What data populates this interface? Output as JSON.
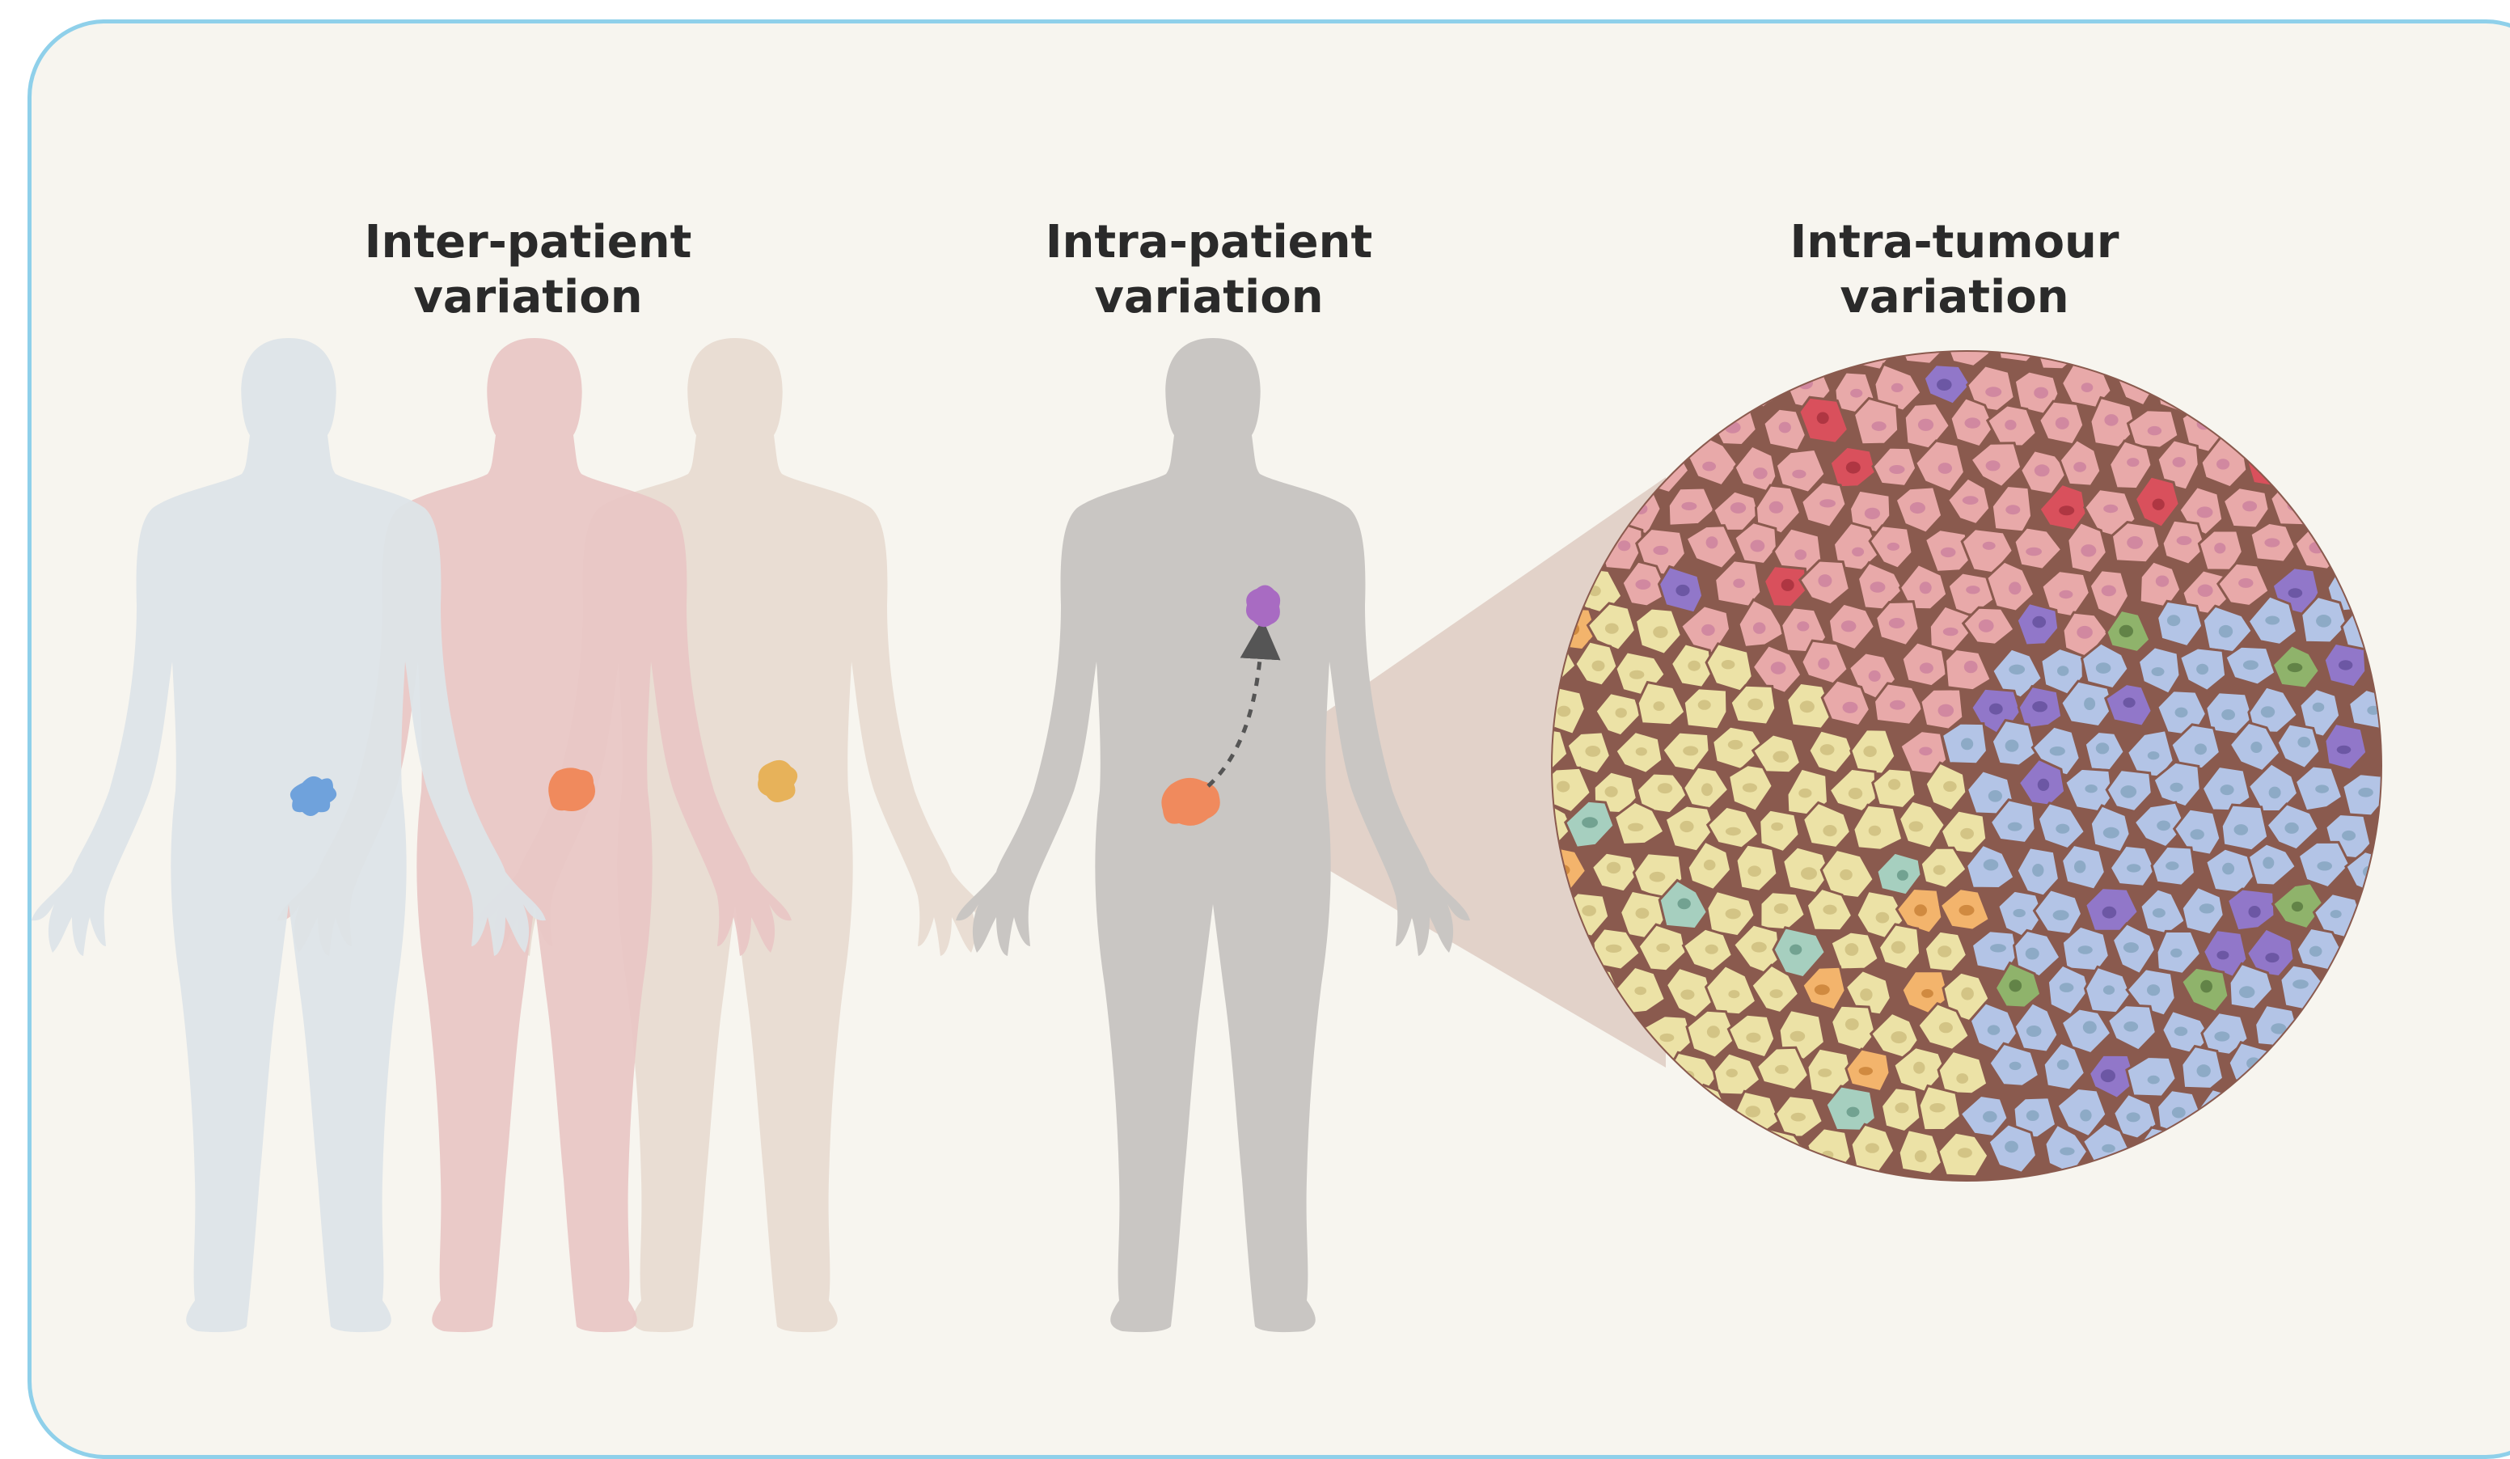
{
  "labels": {
    "inter_patient": {
      "line1": "Inter-patient",
      "line2": "variation"
    },
    "intra_patient": {
      "line1": "Intra-patient",
      "line2": "variation"
    },
    "intra_tumour": {
      "line1": "Intra-tumour",
      "line2": "variation"
    }
  },
  "colors": {
    "panel_background": "#f7f5ef",
    "panel_border": "#8fd0ea",
    "figure_blue": "#dde4e8",
    "figure_pink": "#e8c6c4",
    "figure_beige": "#e8dbd1",
    "figure_grey": "#c9c6c3",
    "tumour_blue": "#6fa2dc",
    "tumour_orange": "#f08a5d",
    "tumour_yellow": "#e7b25a",
    "tumour_purple": "#a86bc2",
    "cells_pink": "#e8a9a9",
    "cells_yellow": "#ece2a6",
    "cells_blue": "#b3c4e6",
    "cells_red": "#d9505c",
    "cells_purple": "#9177c9",
    "cells_green": "#8fb36b",
    "cells_teal": "#a6cfbf",
    "cells_orange": "#f3b46c",
    "cell_border": "#8a5a4e"
  }
}
